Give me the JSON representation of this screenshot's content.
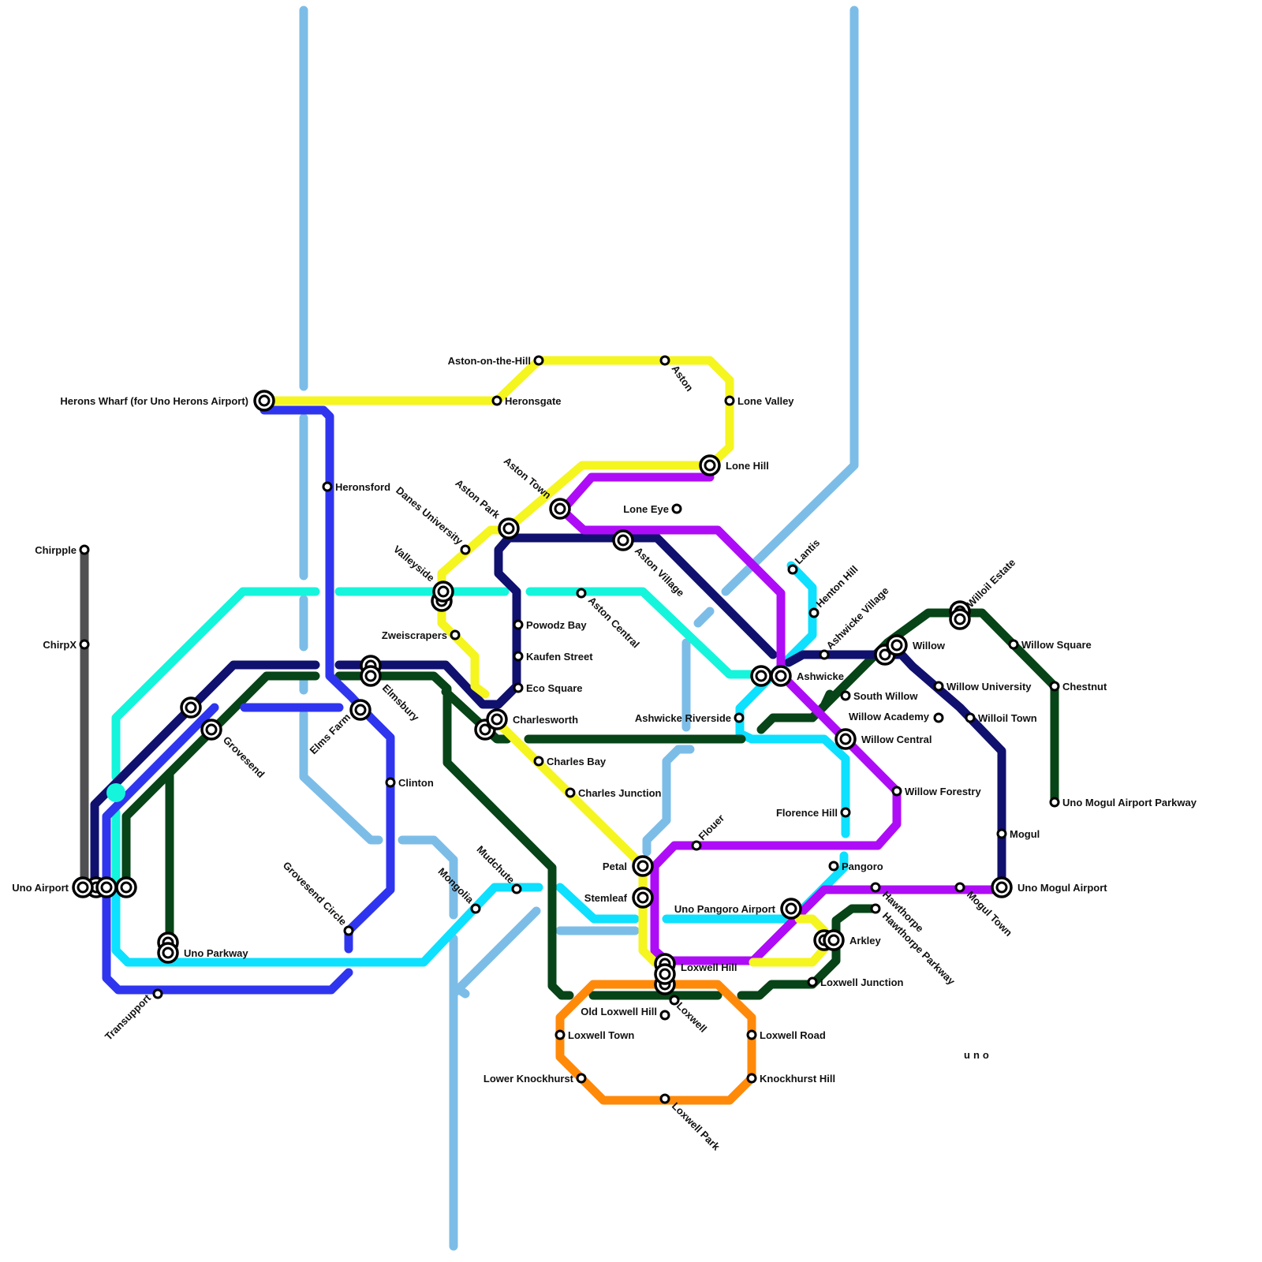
{
  "map_title": "",
  "logo": {
    "text": "uno",
    "color": "#000000"
  },
  "colors": {
    "line_yellow": "#f5f51f",
    "line_purple": "#ae0cf7",
    "line_navy": "#10106e",
    "line_blue": "#2f35ee",
    "line_cyan": "#0ee0ff",
    "line_aqua": "#14f5dc",
    "line_green": "#074417",
    "line_orange": "#ff8a0a",
    "line_gray": "#505053",
    "line_sky": "#7cbde8",
    "station_fill": "#ffffff",
    "station_stroke": "#000000",
    "text": "#111111"
  },
  "stations": {
    "uno_airport": "Uno Airport",
    "chirpple": "Chirpple",
    "chirpx": "ChirpX",
    "herons_wharf": "Herons Wharf (for Uno Herons Airport)",
    "heronsgate": "Heronsgate",
    "aston_on_the_hill": "Aston-on-the-Hill",
    "aston": "Aston",
    "lone_valley": "Lone Valley",
    "lone_hill": "Lone Hill",
    "heronsford": "Heronsford",
    "danes_university": "Danes University",
    "aston_park": "Aston Park",
    "aston_town": "Aston Town",
    "lone_eye": "Lone Eye",
    "aston_village": "Aston Village",
    "valleyside": "Valleyside",
    "aston_central": "Aston Central",
    "powodz_bay": "Powodz Bay",
    "zweiscrapers": "Zweiscrapers",
    "kaufen_street": "Kaufen Street",
    "eco_square": "Eco Square",
    "elmsbury": "Elmsbury",
    "elms_farm": "Elms Farm",
    "charlesworth": "Charlesworth",
    "grovesend": "Grovesend",
    "clinton": "Clinton",
    "charles_bay": "Charles Bay",
    "charles_junction": "Charles Junction",
    "grovesend_circle": "Grovesend Circle",
    "mudchute": "Mudchute",
    "mongolia": "Mongolia",
    "uno_parkway": "Uno Parkway",
    "transupport": "Transupport",
    "petal": "Petal",
    "stemleaf": "Stemleaf",
    "flouer": "Flouer",
    "lantis": "Lantis",
    "henton_hill": "Henton Hill",
    "ashwicke_village": "Ashwicke Village",
    "ashwicke": "Ashwicke",
    "ashwicke_riverside": "Ashwicke Riverside",
    "south_willow": "South Willow",
    "willow_academy": "Willow Academy",
    "willow_central": "Willow Central",
    "willow": "Willow",
    "willoil_estate": "Willoil Estate",
    "willow_square": "Willow Square",
    "willow_university": "Willow University",
    "willoil_town": "Willoil Town",
    "chestnut": "Chestnut",
    "florence_hill": "Florence Hill",
    "willow_forestry": "Willow Forestry",
    "uno_mogul_airport_parkway": "Uno Mogul Airport Parkway",
    "mogul": "Mogul",
    "pangoro": "Pangoro",
    "uno_pangoro_airport": "Uno Pangoro Airport",
    "hawthorpe": "Hawthorpe",
    "hawthorpe_parkway": "Hawthorpe Parkway",
    "mogul_town": "Mogul Town",
    "uno_mogul_airport": "Uno Mogul Airport",
    "arkley": "Arkley",
    "loxwell_junction": "Loxwell Junction",
    "loxwell_hill": "Loxwell Hill",
    "old_loxwell_hill": "Old Loxwell Hill",
    "loxwell": "Loxwell",
    "loxwell_town": "Loxwell Town",
    "loxwell_road": "Loxwell Road",
    "lower_knockhurst": "Lower Knockhurst",
    "knockhurst_hill": "Knockhurst Hill",
    "loxwell_park": "Loxwell Park"
  }
}
